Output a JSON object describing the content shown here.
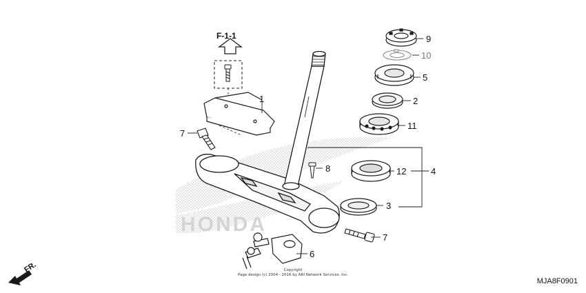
{
  "reference": {
    "label": "F-1-1"
  },
  "callouts": {
    "part_1": "1",
    "part_2": "2",
    "part_3": "3",
    "part_4": "4",
    "part_5": "5",
    "part_6": "6",
    "part_7_left": "7",
    "part_7_right": "7",
    "part_8": "8",
    "part_9": "9",
    "part_10": "10",
    "part_11": "11",
    "part_12": "12"
  },
  "watermark": {
    "text": "HONDA"
  },
  "direction": {
    "label": "FR."
  },
  "copyright": {
    "line1": "Copyright",
    "line2": "Page design (c) 2004 - 2016 by ARI Network Services, Inc."
  },
  "diagram_code": "MJA8F0901",
  "colors": {
    "line": "#1a1a1a",
    "muted": "#8a8a8a",
    "watermark": "#cfcfcf"
  }
}
